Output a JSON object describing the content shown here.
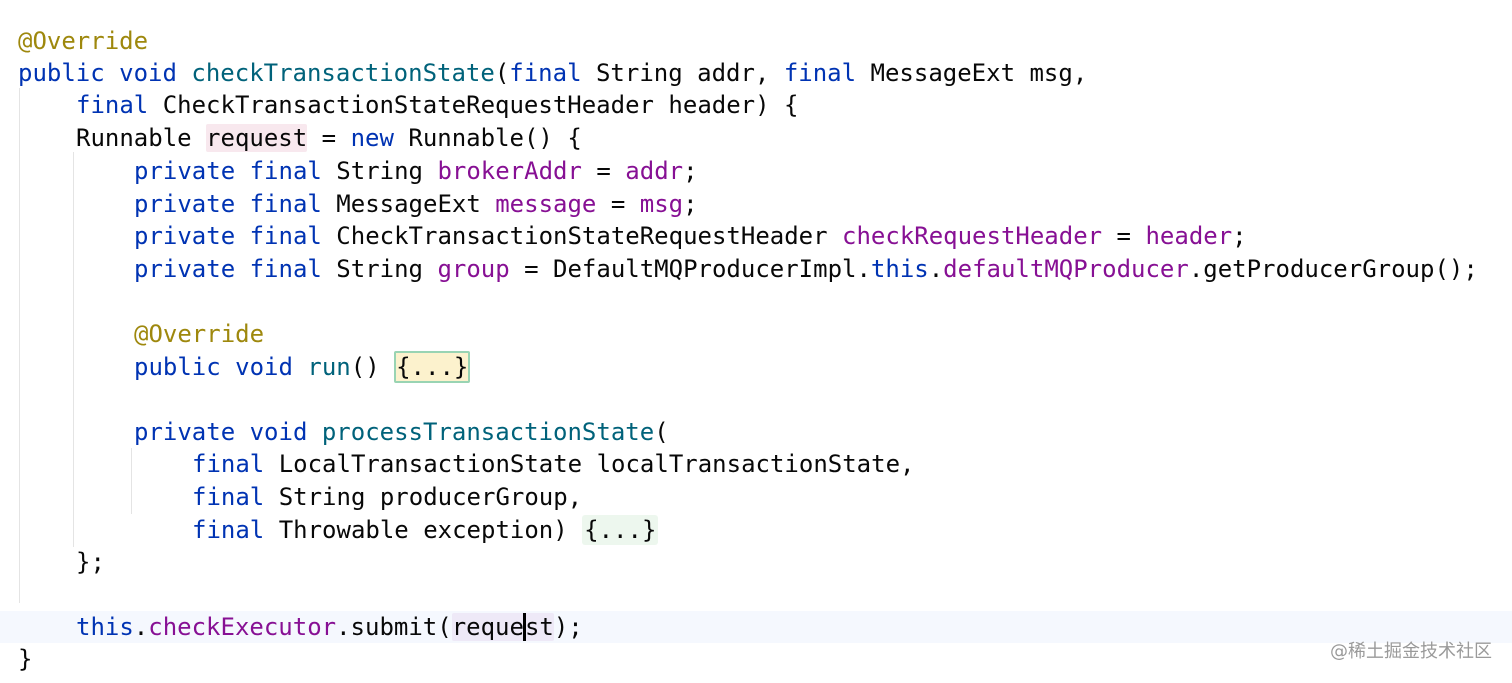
{
  "colors": {
    "keyword": "#0033b3",
    "annotation": "#9e880d",
    "field": "#871094",
    "method": "#00627a",
    "plain": "#080808",
    "fold_highlight": "#edf7ee",
    "fold_active_border": "#99d4b3",
    "current_line": "#f5f8fe"
  },
  "code": {
    "l1": {
      "ann": "@Override"
    },
    "l2": {
      "kw1": "public void ",
      "m": "checkTransactionState",
      "p1": "(",
      "kw2": "final",
      "p2": " String addr, ",
      "kw3": "final",
      "p3": " MessageExt msg,"
    },
    "l3": {
      "kw": "final",
      "p": " CheckTransactionStateRequestHeader header) {"
    },
    "l4": {
      "p1": "Runnable ",
      "var": "request",
      "p2": " = ",
      "kw": "new",
      "p3": " Runnable() {"
    },
    "l5": {
      "kw": "private final",
      "p1": " String ",
      "f1": "brokerAddr",
      "p2": " = ",
      "f2": "addr",
      "p3": ";"
    },
    "l6": {
      "kw": "private final",
      "p1": " MessageExt ",
      "f1": "message",
      "p2": " = ",
      "f2": "msg",
      "p3": ";"
    },
    "l7": {
      "kw": "private final",
      "p1": " CheckTransactionStateRequestHeader ",
      "f1": "checkRequestHeader",
      "p2": " = ",
      "f2": "header",
      "p3": ";"
    },
    "l8": {
      "kw1": "private final",
      "p1": " String ",
      "f1": "group",
      "p2": " = DefaultMQProducerImpl.",
      "kw2": "this",
      "p3": ".",
      "f2": "defaultMQProducer",
      "p4": ".getProducerGroup();"
    },
    "l10": {
      "ann": "@Override"
    },
    "l11": {
      "kw": "public void ",
      "m": "run",
      "p": "() ",
      "fold": "{...}"
    },
    "l13": {
      "kw": "private void ",
      "m": "processTransactionState",
      "p": "("
    },
    "l14": {
      "kw": "final",
      "p": " LocalTransactionState localTransactionState,"
    },
    "l15": {
      "kw": "final",
      "p": " String producerGroup,"
    },
    "l16": {
      "kw": "final",
      "p": " Throwable exception) ",
      "fold": "{...}"
    },
    "l17": {
      "p": "};"
    },
    "l19": {
      "kw": "this",
      "p1": ".",
      "f": "checkExecutor",
      "p2": ".submit(",
      "v1": "reque",
      "v2": "st",
      "p3": ");"
    },
    "l20": {
      "p": "}"
    }
  },
  "watermark": "@稀土掘金技术社区"
}
